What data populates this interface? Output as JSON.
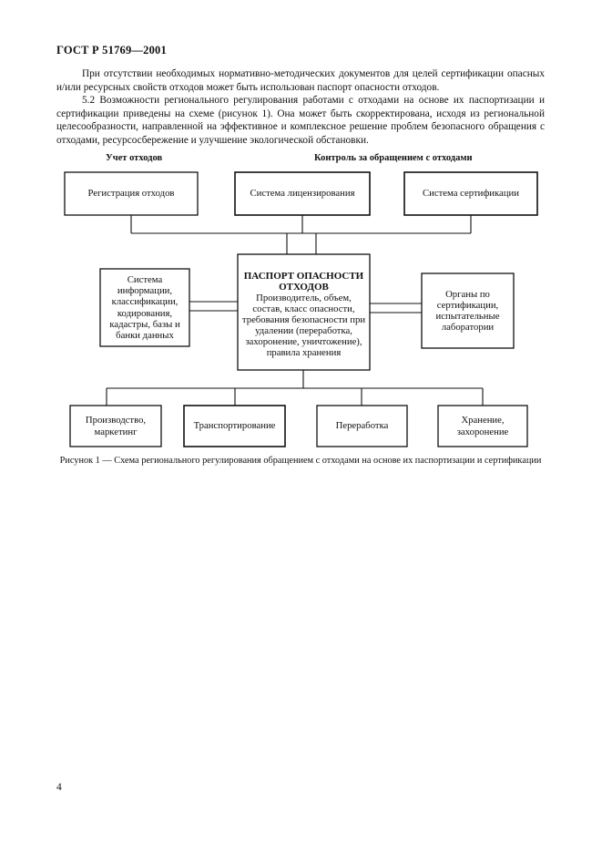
{
  "header": {
    "doc_id": "ГОСТ Р 51769—2001"
  },
  "paragraphs": {
    "p1": "При отсутствии необходимых нормативно-методических документов для целей сертификации опасных и/или ресурсных свойств отходов может быть использован паспорт опасности отходов.",
    "p2": "5.2 Возможности регионального регулирования работами с отходами на основе их паспортизации и сертификации приведены на схеме (рисунок 1). Она может быть скорректирована, исходя из региональной целесообразности, направленной на эффективное и комплексное решение проблем безопасного обращения с отходами, ресурсосбережение и улучшение экологической обстановки."
  },
  "diagram": {
    "group_left": "Учет отходов",
    "group_right": "Контроль за обращением с отходами",
    "top_boxes": {
      "registration": "Регистрация отходов",
      "licensing": "Система лицензирования",
      "certification": "Система сертификации"
    },
    "side_boxes": {
      "information": "Система информации, классификации, кодирования, кадастры, базы и банки данных",
      "certification_bodies": "Органы по сертификации, испытательные лаборатории"
    },
    "center": {
      "title": "ПАСПОРТ ОПАСНОСТИ ОТХОДОВ",
      "body": "Производитель, объем, состав, класс опасности, требования безопасности при удалении (переработка, захоронение, уничтожение), правила хранения"
    },
    "bottom_boxes": {
      "production": "Производство, маркетинг",
      "transport": "Транспортирование",
      "processing": "Переработка",
      "storage": "Хранение, захоронение"
    }
  },
  "caption": "Рисунок 1 — Схема регионального регулирования обращением с отходами на основе их паспортизации и сертификации",
  "page_number": "4"
}
